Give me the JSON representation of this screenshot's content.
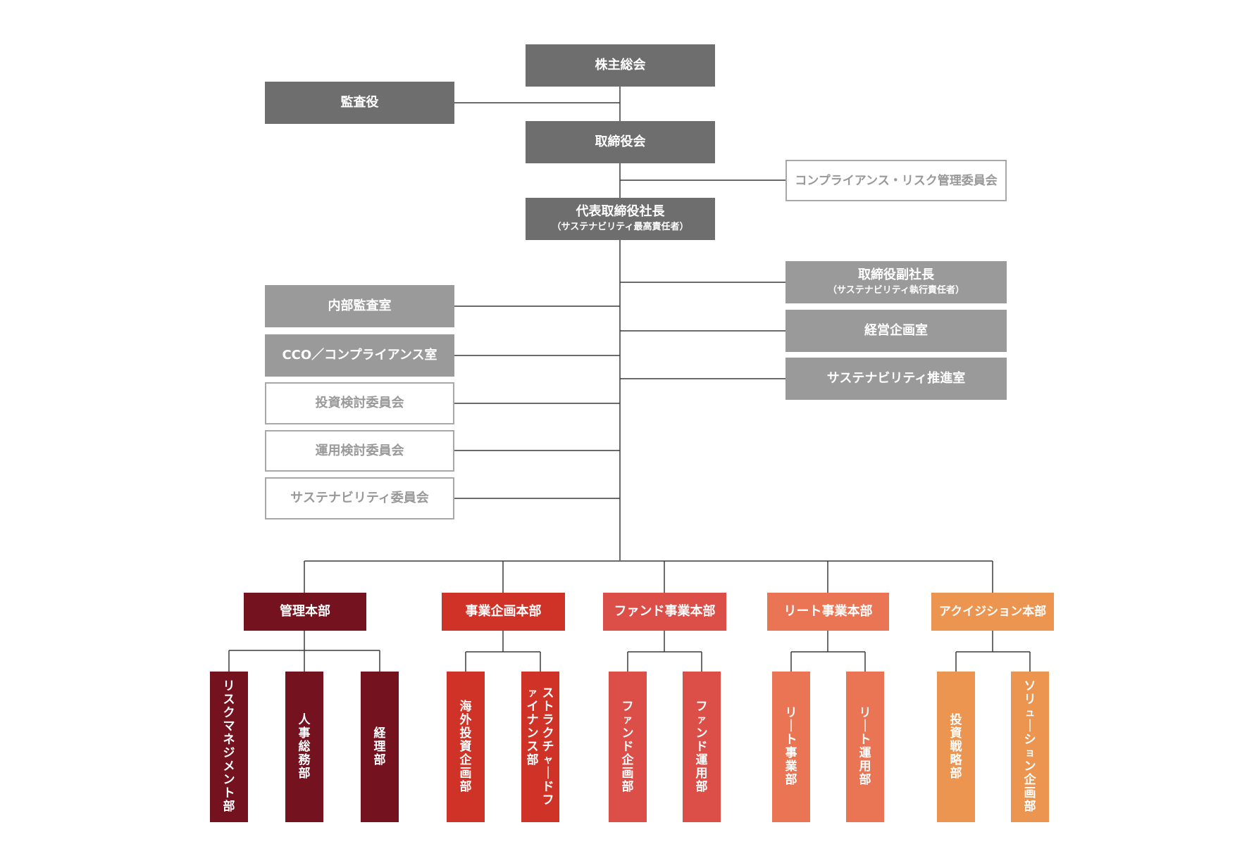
{
  "colors": {
    "dark": "#6e6e6e",
    "light": "#9a9a9a",
    "outline": "#a8a8a8",
    "line": "#3a3a3a",
    "kanri": "#751220",
    "jigyo": "#cf3327",
    "fund": "#dc4f49",
    "reit": "#ea7555",
    "acq": "#ec9551"
  },
  "top": {
    "shareholders": "株主総会",
    "auditor": "監査役",
    "board": "取締役会",
    "compliance_committee": "コンプライアンス・リスク管理委員会",
    "president": "代表取締役社長",
    "president_sub": "（サステナビリティ最高責任者）",
    "vp": "取締役副社長",
    "vp_sub": "（サステナビリティ執行責任者）",
    "planning_office": "経営企画室",
    "sustainability_office": "サステナビリティ推進室",
    "internal_audit": "内部監査室",
    "cco": "CCO／コンプライアンス室",
    "investment_committee": "投資検討委員会",
    "operation_committee": "運用検討委員会",
    "sustainability_committee": "サステナビリティ委員会"
  },
  "divisions": [
    {
      "name": "管理本部",
      "departments": [
        "リスクマネジメント部",
        "人事総務部",
        "経理部"
      ]
    },
    {
      "name": "事業企画本部",
      "departments": [
        "海外投資企画部",
        "ストラクチャードファイナンス部"
      ]
    },
    {
      "name": "ファンド事業本部",
      "departments": [
        "ファンド企画部",
        "ファンド運用部"
      ]
    },
    {
      "name": "リート事業本部",
      "departments": [
        "リート事業部",
        "リート運用部"
      ]
    },
    {
      "name": "アクイジション本部",
      "departments": [
        "投資戦略部",
        "ソリューション企画部"
      ]
    }
  ]
}
